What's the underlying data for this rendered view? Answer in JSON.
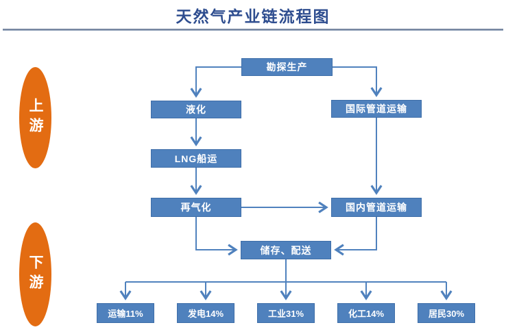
{
  "title": "天然气产业链流程图",
  "colors": {
    "node_blue": "#4f81bd",
    "node_border": "#3d6da8",
    "arrow_blue": "#4f81bd",
    "ellipse_orange": "#e36c12",
    "title_navy": "#2e4d8f"
  },
  "stages": {
    "upstream": "上游",
    "downstream": "下游"
  },
  "nodes": {
    "exploration": "勘探生产",
    "liquefaction": "液化",
    "international_pipeline": "国际管道运输",
    "lng_shipping": "LNG船运",
    "regasification": "再气化",
    "domestic_pipeline": "国内管道运输",
    "storage_distribution": "储存、配送"
  },
  "consumption": {
    "items": [
      {
        "label": "运输11%",
        "sector": "运输",
        "share": "11%"
      },
      {
        "label": "发电14%",
        "sector": "发电",
        "share": "14%"
      },
      {
        "label": "工业31%",
        "sector": "工业",
        "share": "31%"
      },
      {
        "label": "化工14%",
        "sector": "化工",
        "share": "14%"
      },
      {
        "label": "居民30%",
        "sector": "居民",
        "share": "30%"
      }
    ]
  }
}
